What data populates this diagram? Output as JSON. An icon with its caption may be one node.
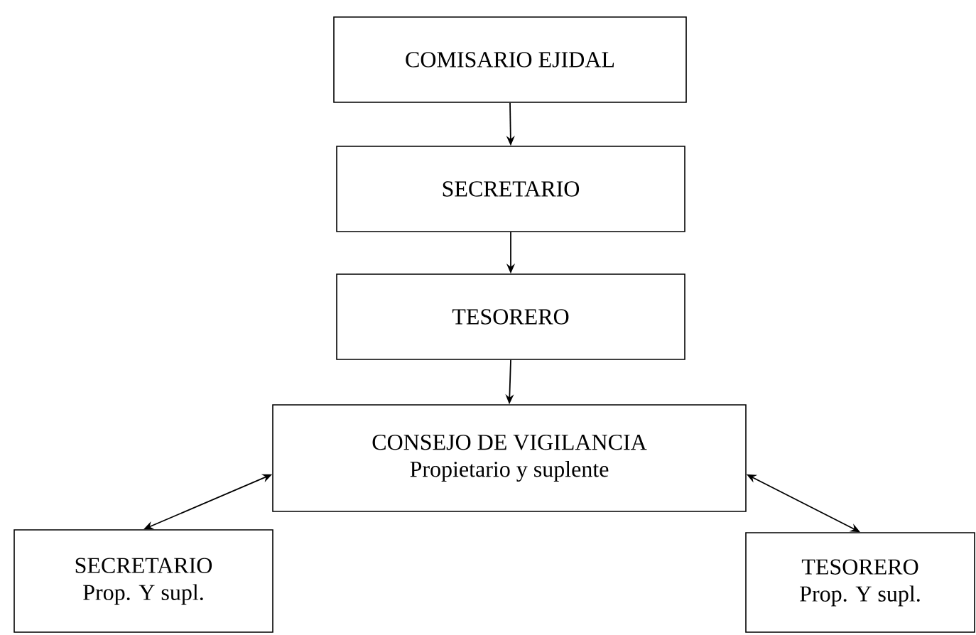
{
  "diagram": {
    "nodes": [
      {
        "text": [
          "COMISARIO EJIDAL"
        ]
      },
      {
        "text": [
          "SECRETARIO"
        ]
      },
      {
        "text": [
          "TESORERO"
        ]
      },
      {
        "text": [
          "CONSEJO DE VIGILANCIA",
          "Propietario y suplente"
        ]
      },
      {
        "text": [
          "SECRETARIO",
          "Prop. Y supl."
        ]
      },
      {
        "text": [
          "TESORERO",
          "Prop. Y supl."
        ]
      }
    ],
    "edges": [
      {
        "from": 0,
        "to": 1,
        "arrow": "to"
      },
      {
        "from": 1,
        "to": 2,
        "arrow": "to"
      },
      {
        "from": 2,
        "to": 3,
        "arrow": "to"
      },
      {
        "from": 3,
        "to": 4,
        "arrow": "both"
      },
      {
        "from": 3,
        "to": 5,
        "arrow": "both"
      }
    ]
  }
}
